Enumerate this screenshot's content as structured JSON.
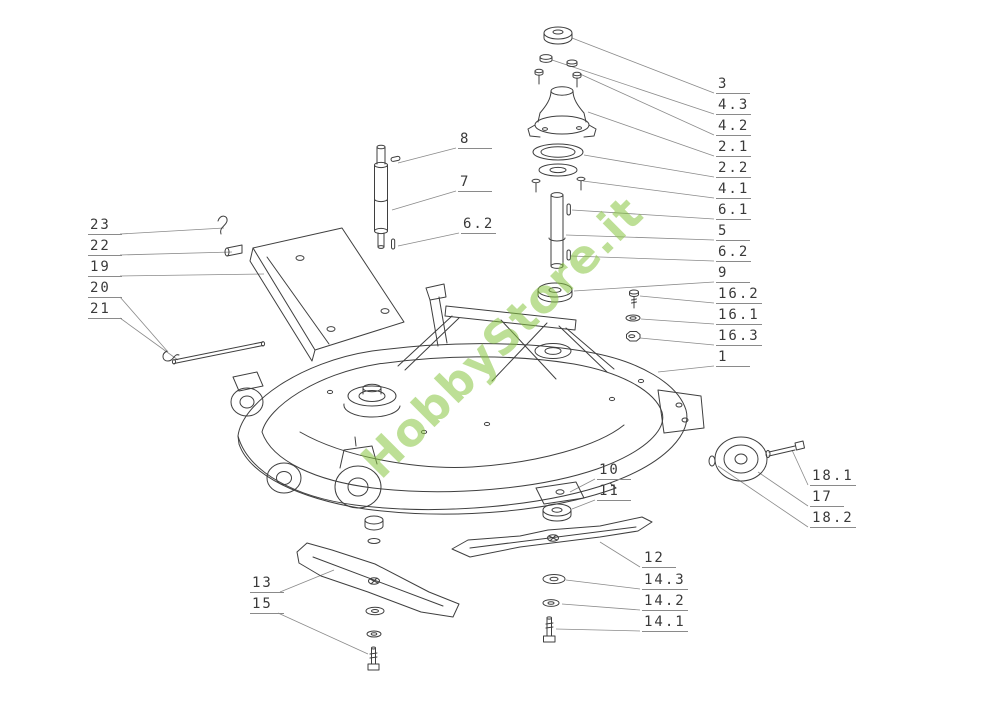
{
  "watermark": {
    "text": "HobbyStore.it",
    "color": "rgba(134,197,63,0.55)"
  },
  "drawing": {
    "line_color": "#3f3f3f",
    "leader_line_color": "#8a8a8a",
    "background_color": "#ffffff",
    "label_text_color": "#3a3a3a"
  },
  "labels": [
    {
      "text": "3"
    },
    {
      "text": "4.3"
    },
    {
      "text": "4.2"
    },
    {
      "text": "2.1"
    },
    {
      "text": "2.2"
    },
    {
      "text": "4.1"
    },
    {
      "text": "6.1"
    },
    {
      "text": "5"
    },
    {
      "text": "6.2"
    },
    {
      "text": "9"
    },
    {
      "text": "16.2"
    },
    {
      "text": "16.1"
    },
    {
      "text": "16.3"
    },
    {
      "text": "1"
    },
    {
      "text": "8"
    },
    {
      "text": "7"
    },
    {
      "text": "6.2"
    },
    {
      "text": "23"
    },
    {
      "text": "22"
    },
    {
      "text": "19"
    },
    {
      "text": "20"
    },
    {
      "text": "21"
    },
    {
      "text": "10"
    },
    {
      "text": "11"
    },
    {
      "text": "18.1"
    },
    {
      "text": "17"
    },
    {
      "text": "18.2"
    },
    {
      "text": "12"
    },
    {
      "text": "14.3"
    },
    {
      "text": "14.2"
    },
    {
      "text": "14.1"
    },
    {
      "text": "13"
    },
    {
      "text": "15"
    }
  ]
}
